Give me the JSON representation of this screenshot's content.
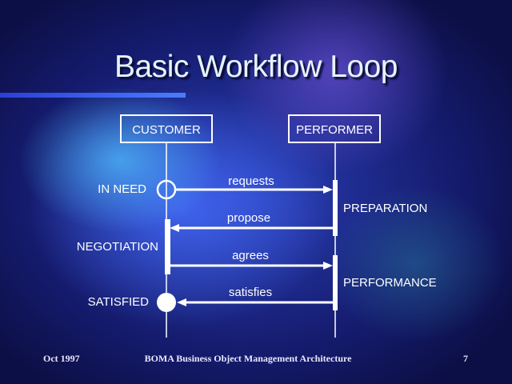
{
  "slide": {
    "title": "Basic Workflow Loop",
    "footer_date": "Oct 1997",
    "footer_center": "BOMA  Business Object Management Architecture",
    "page_number": "7"
  },
  "diagram": {
    "actors": [
      "CUSTOMER",
      "PERFORMER"
    ],
    "messages": [
      {
        "label": "requests",
        "from": "CUSTOMER",
        "to": "PERFORMER"
      },
      {
        "label": "propose",
        "from": "PERFORMER",
        "to": "CUSTOMER"
      },
      {
        "label": "agrees",
        "from": "CUSTOMER",
        "to": "PERFORMER"
      },
      {
        "label": "satisfies",
        "from": "PERFORMER",
        "to": "CUSTOMER"
      }
    ],
    "customer_states": [
      "IN NEED",
      "NEGOTIATION",
      "SATISFIED"
    ],
    "performer_states": [
      "PREPARATION",
      "PERFORMANCE"
    ]
  }
}
